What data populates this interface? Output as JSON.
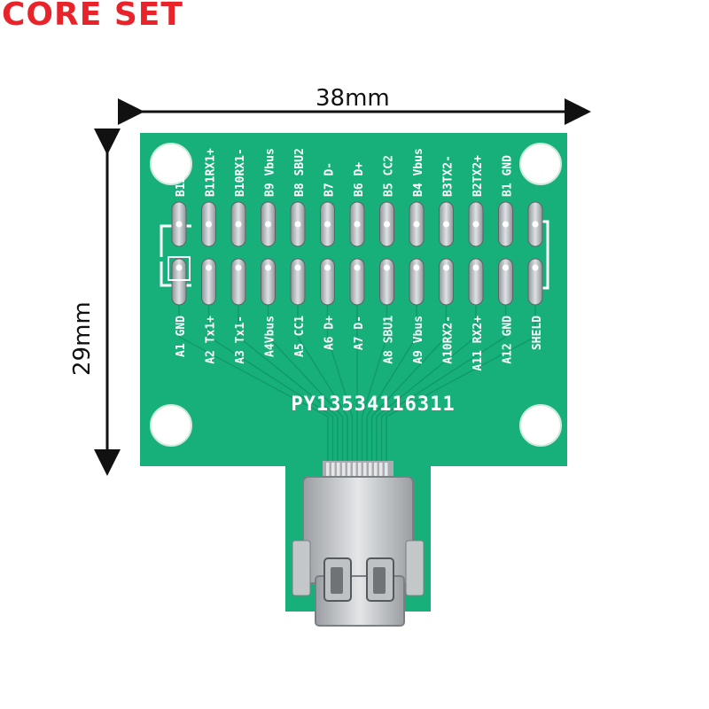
{
  "brand": {
    "text": "CORE SET",
    "color": "#e8232a"
  },
  "dimensions": {
    "width_label": "38mm",
    "height_label": "29mm"
  },
  "board": {
    "color": "#17b07a",
    "serial": "PY13534116311",
    "top_labels": [
      "B12 GND",
      "B11RX1+",
      "B10RX1-",
      "B9 Vbus",
      "B8 SBU2",
      "B7 D-",
      "B6 D+",
      "B5 CC2",
      "B4 Vbus",
      "B3TX2-",
      "B2TX2+",
      "B1 GND"
    ],
    "bottom_labels": [
      "A1 GND",
      "A2 Tx1+",
      "A3 Tx1-",
      "A4Vbus",
      "A5 CC1",
      "A6 D+",
      "A7 D-",
      "A8 SBU1",
      "A9 Vbus",
      "A10RX2-",
      "A11 RX2+",
      "A12 GND",
      "SHELD"
    ]
  }
}
